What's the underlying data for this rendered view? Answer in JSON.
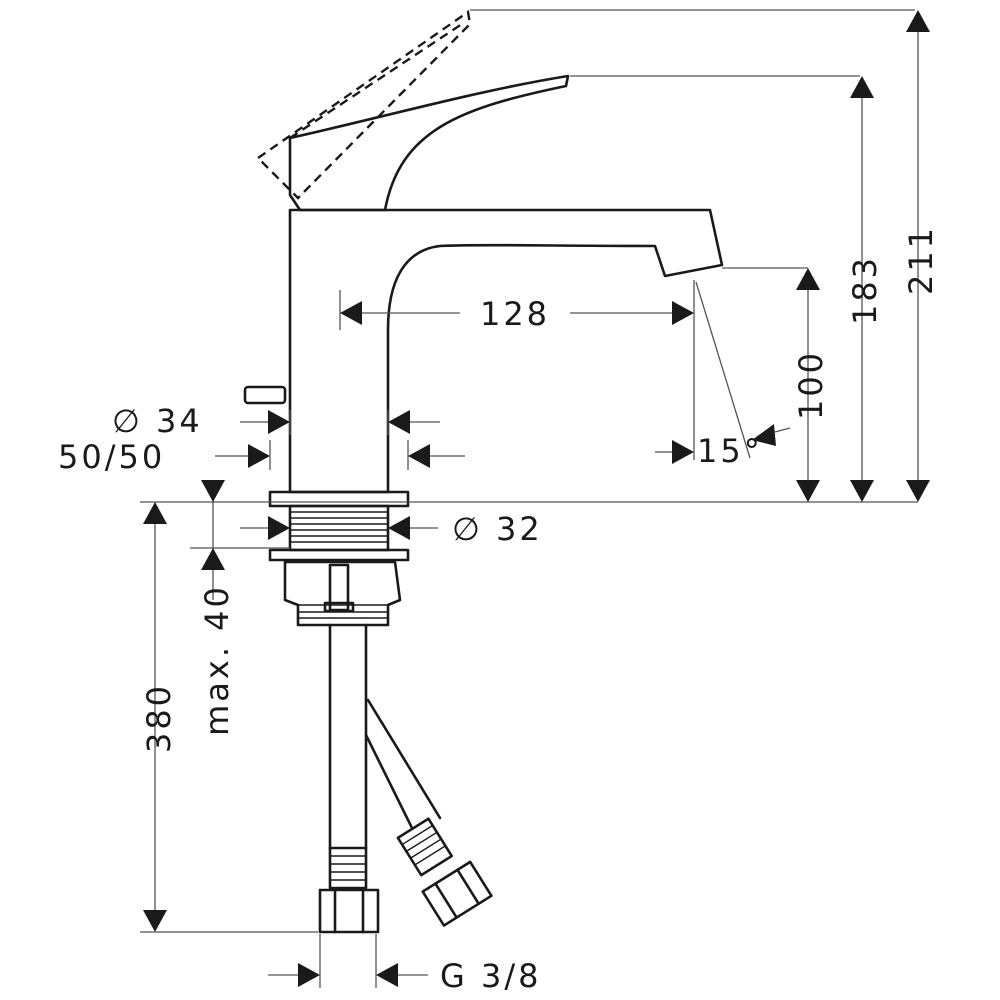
{
  "dimensions": {
    "spout_reach": "128",
    "height_to_outlet": "100",
    "height_to_lever": "183",
    "height_total": "211",
    "angle": "15°",
    "body_diameter": "∅ 34",
    "base_size": "50/50",
    "thread_diameter": "∅ 32",
    "max_counter_thickness": "max. 40",
    "hose_length": "380",
    "connection": "G 3/8"
  }
}
